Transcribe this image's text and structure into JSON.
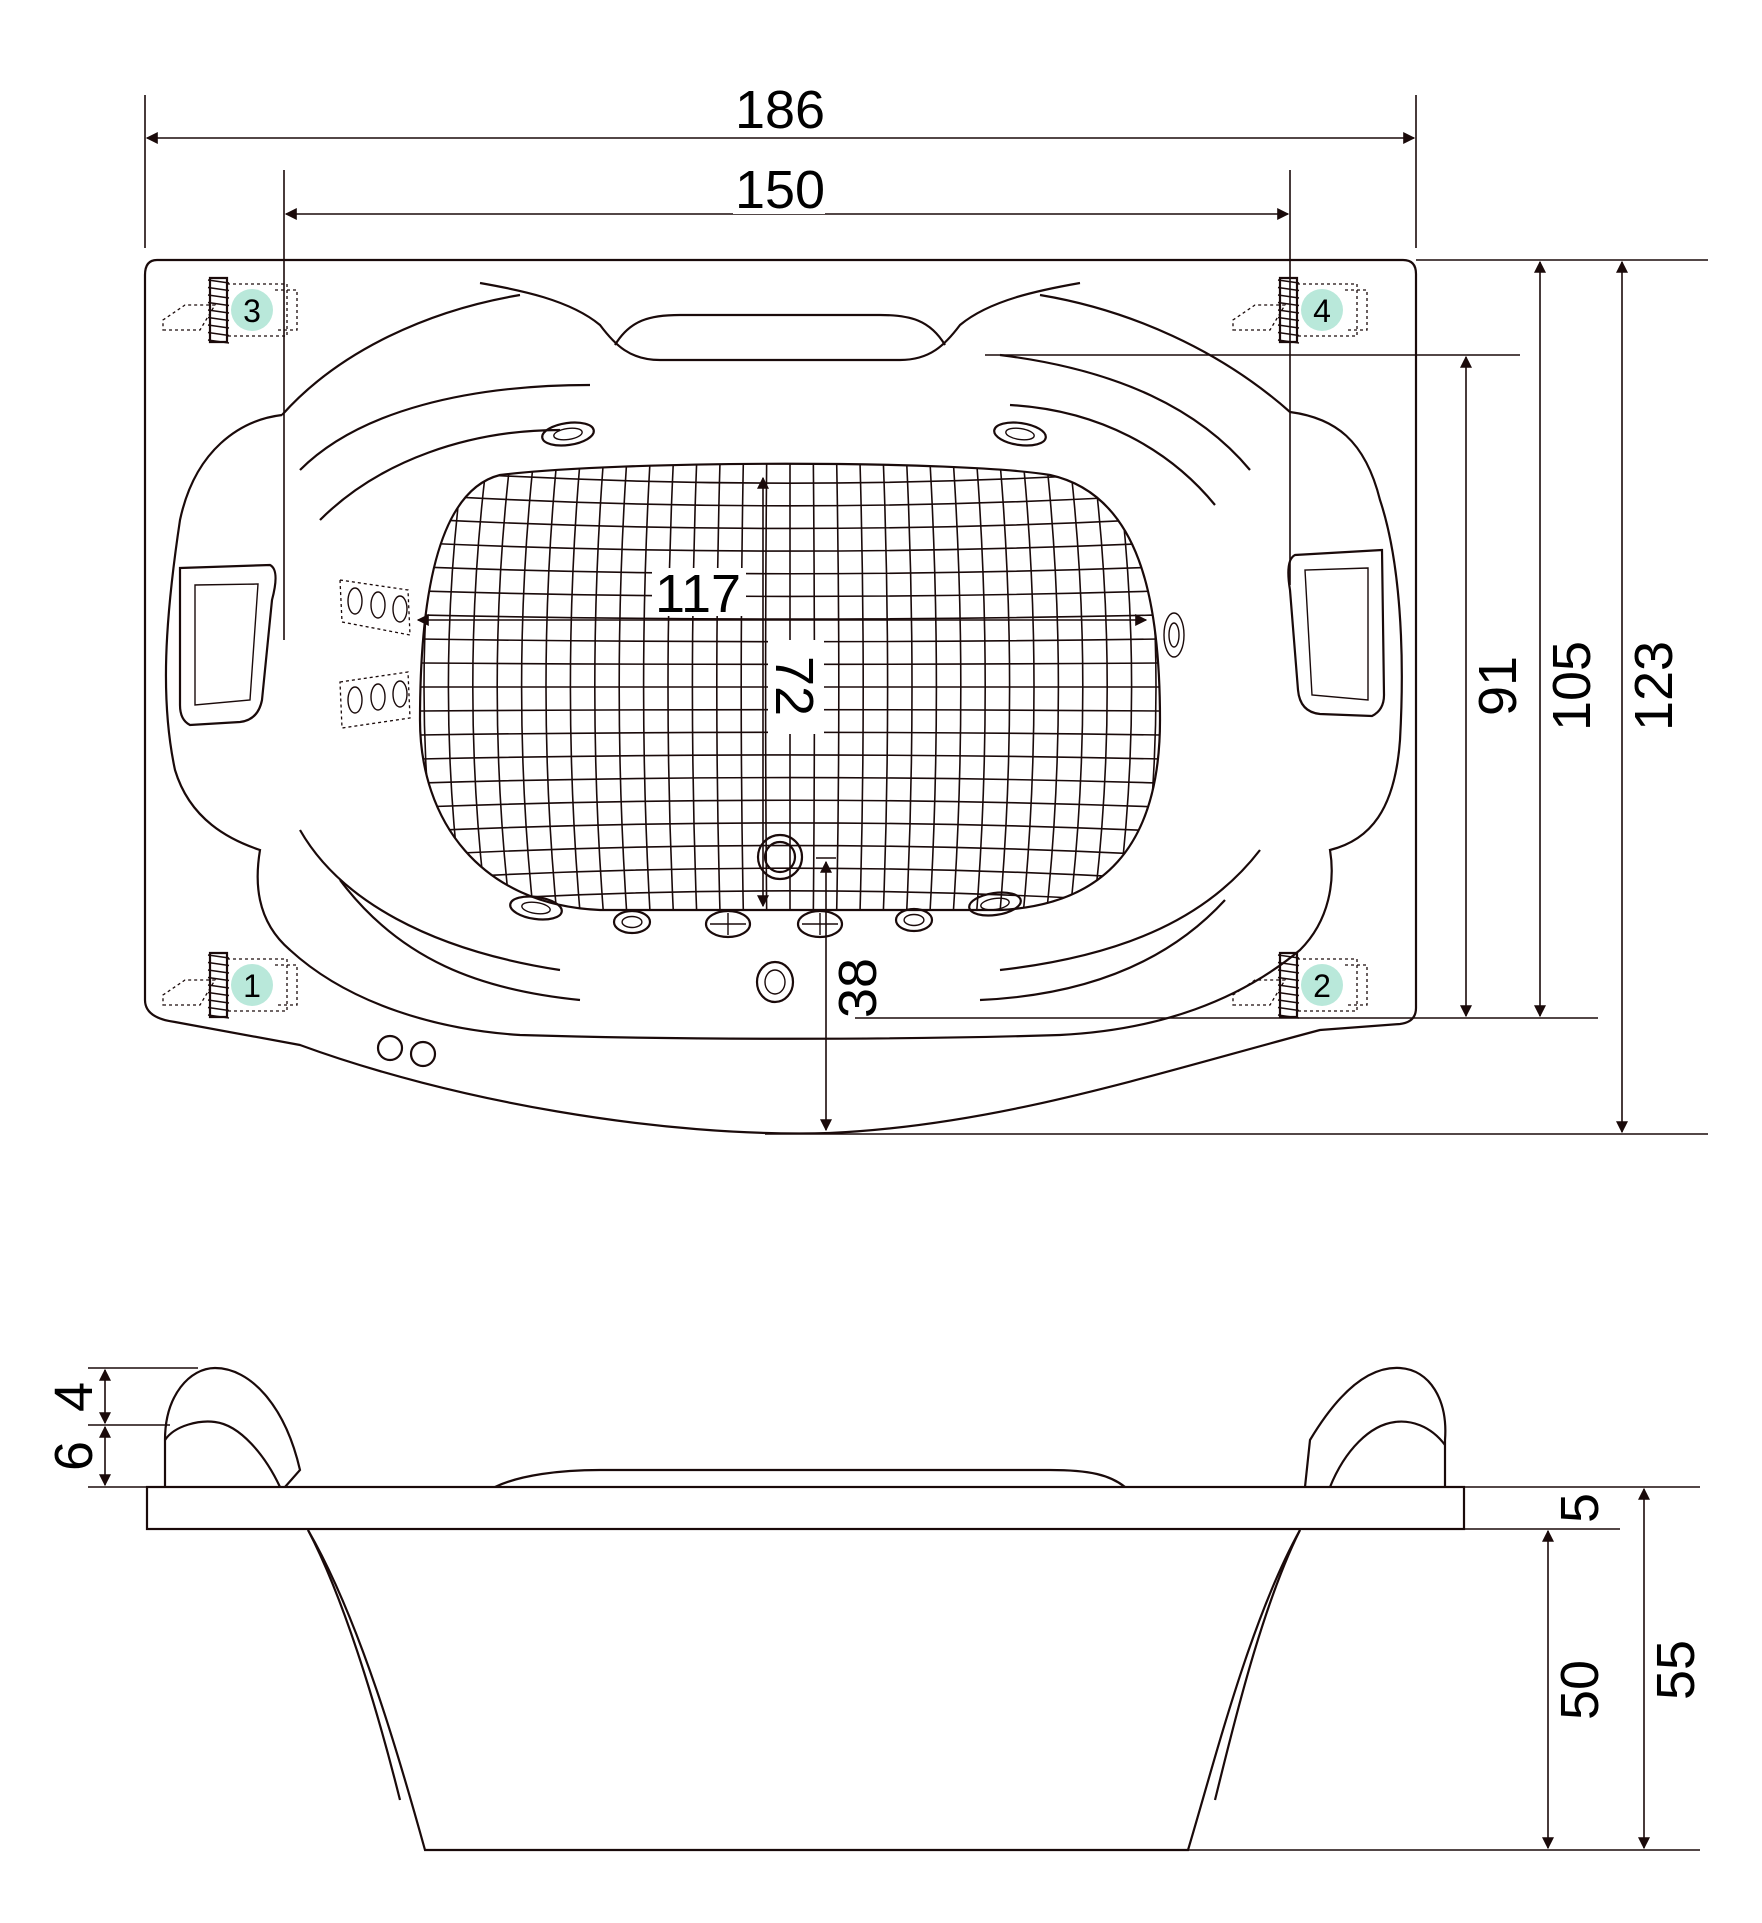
{
  "top_view": {
    "dimensions": {
      "outer_length": "186",
      "inner_length": "150",
      "basin_length": "117",
      "basin_width": "72",
      "front_depth": "38",
      "basin_depth_width": "91",
      "inner_width": "105",
      "outer_width": "123"
    },
    "markers": [
      "1",
      "2",
      "3",
      "4"
    ],
    "colors": {
      "marker_fill": "#b9e8da",
      "line": "#1a0a0a"
    }
  },
  "side_view": {
    "dimensions": {
      "headrest_top": "4",
      "headrest_base": "6",
      "rim_thickness": "5",
      "body_depth": "50",
      "total_depth": "55"
    }
  }
}
